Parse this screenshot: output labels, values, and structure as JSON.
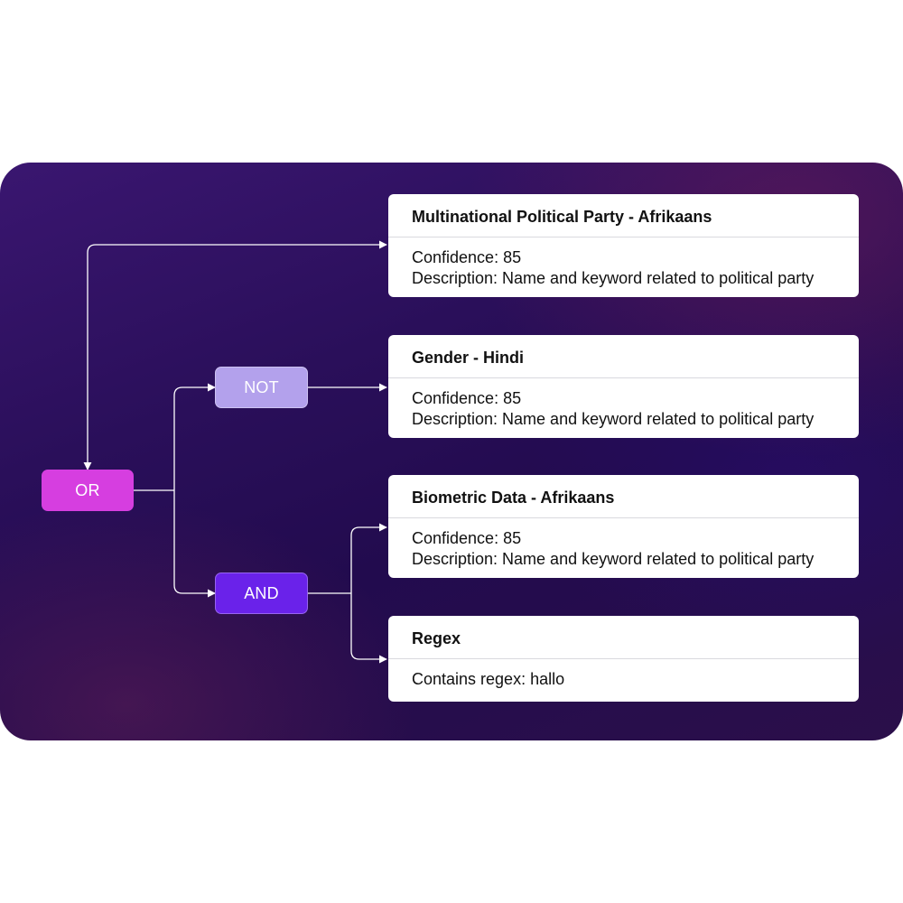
{
  "operators": {
    "or": {
      "label": "OR",
      "color": "#d63ee0"
    },
    "not": {
      "label": "NOT",
      "color": "#b3a1ec"
    },
    "and": {
      "label": "AND",
      "color": "#6a22ea"
    }
  },
  "cards": [
    {
      "title": "Multinational Political Party - Afrikaans",
      "lines": [
        "Confidence: 85",
        "Description: Name and keyword related to political party"
      ]
    },
    {
      "title": "Gender - Hindi",
      "lines": [
        "Confidence: 85",
        "Description: Name and keyword related to political party"
      ]
    },
    {
      "title": "Biometric Data - Afrikaans",
      "lines": [
        "Confidence: 85",
        "Description: Name and keyword related to political party"
      ]
    },
    {
      "title": "Regex",
      "lines": [
        "Contains regex: hallo"
      ]
    }
  ],
  "connector_color": "#ffffff"
}
